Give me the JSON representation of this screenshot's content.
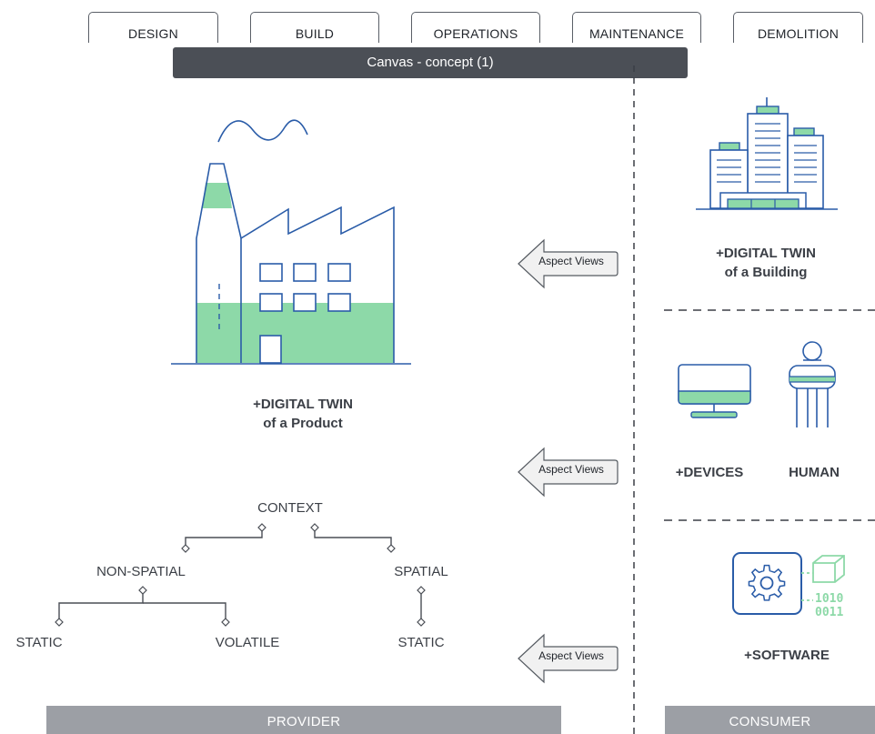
{
  "lifecycle_tabs": [
    {
      "label": "DESIGN"
    },
    {
      "label": "BUILD"
    },
    {
      "label": "OPERATIONS"
    },
    {
      "label": "MAINTENANCE"
    },
    {
      "label": "DEMOLITION"
    }
  ],
  "canvas": {
    "title": "Canvas - concept (1)"
  },
  "product": {
    "title_line1": "+DIGITAL TWIN",
    "title_line2": "of a Product"
  },
  "building": {
    "title_line1": "+DIGITAL TWIN",
    "title_line2": "of a Building"
  },
  "devices": {
    "label": "+DEVICES"
  },
  "human": {
    "label": "HUMAN"
  },
  "software": {
    "label": "+SOFTWARE",
    "binary_top": "1010",
    "binary_bottom": "0011"
  },
  "aspect_views": [
    {
      "label": "Aspect Views"
    },
    {
      "label": "Aspect Views"
    },
    {
      "label": "Aspect Views"
    }
  ],
  "context_tree": {
    "root": "CONTEXT",
    "non_spatial": "NON-SPATIAL",
    "spatial": "SPATIAL",
    "static_left": "STATIC",
    "volatile": "VOLATILE",
    "static_right": "STATIC"
  },
  "footer": {
    "provider": "PROVIDER",
    "consumer": "CONSUMER"
  },
  "colors": {
    "accent_green": "#8dd9a8",
    "stroke_blue": "#2a5ca8",
    "dark_bar": "#4b4f56",
    "gray_bar": "#9c9fa5"
  }
}
